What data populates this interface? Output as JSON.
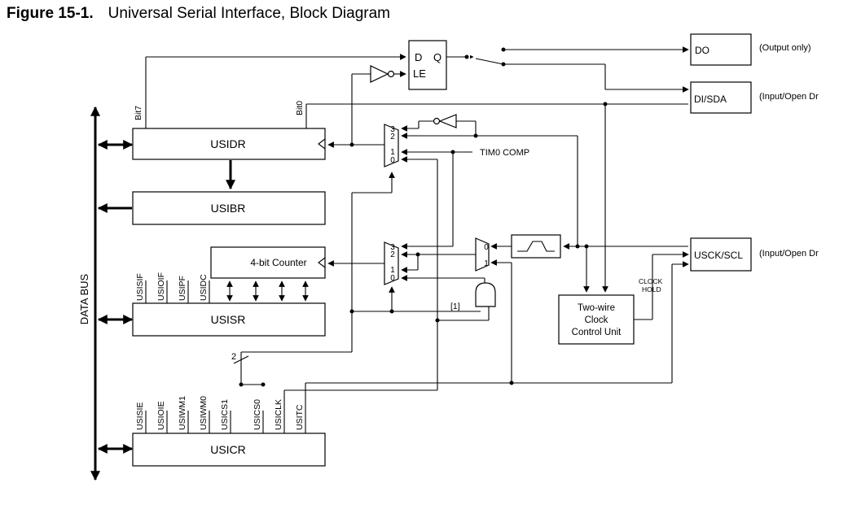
{
  "figure": {
    "number": "Figure 15-1.",
    "title": "Universal Serial Interface, Block Diagram"
  },
  "blocks": {
    "usidr": "USIDR",
    "usibr": "USIBR",
    "usisr": "USISR",
    "usicr": "USICR",
    "counter": "4-bit Counter",
    "two_wire": [
      "Two-wire",
      "Clock",
      "Control Unit"
    ],
    "do": "DO",
    "disda": "DI/SDA",
    "usck": "USCK/SCL"
  },
  "pin_notes": {
    "do": "(Output only)",
    "disda": "(Input/Open Dr",
    "usck": "(Input/Open Dr"
  },
  "latch": {
    "d": "D",
    "q": "Q",
    "le": "LE"
  },
  "signals": {
    "bit7": "Bit7",
    "bit0": "Bit0",
    "tim0": "TIM0 COMP",
    "clock_hold": [
      "CLOCK",
      "HOLD"
    ],
    "bus_width": "2",
    "note1": "[1]",
    "data_bus": "DATA BUS"
  },
  "mux_labels": {
    "upper": [
      "3",
      "2",
      "1",
      "0"
    ],
    "lower": [
      "3",
      "2",
      "1",
      "0"
    ],
    "small": [
      "0",
      "1"
    ]
  },
  "usisr_bits": [
    "USISIF",
    "USIOIF",
    "USIPF",
    "USIDC"
  ],
  "usicr_bits": [
    "USISIE",
    "USIOIE",
    "USIWM1",
    "USIWM0",
    "USICS1",
    "USICS0",
    "USICLK",
    "USITC"
  ]
}
